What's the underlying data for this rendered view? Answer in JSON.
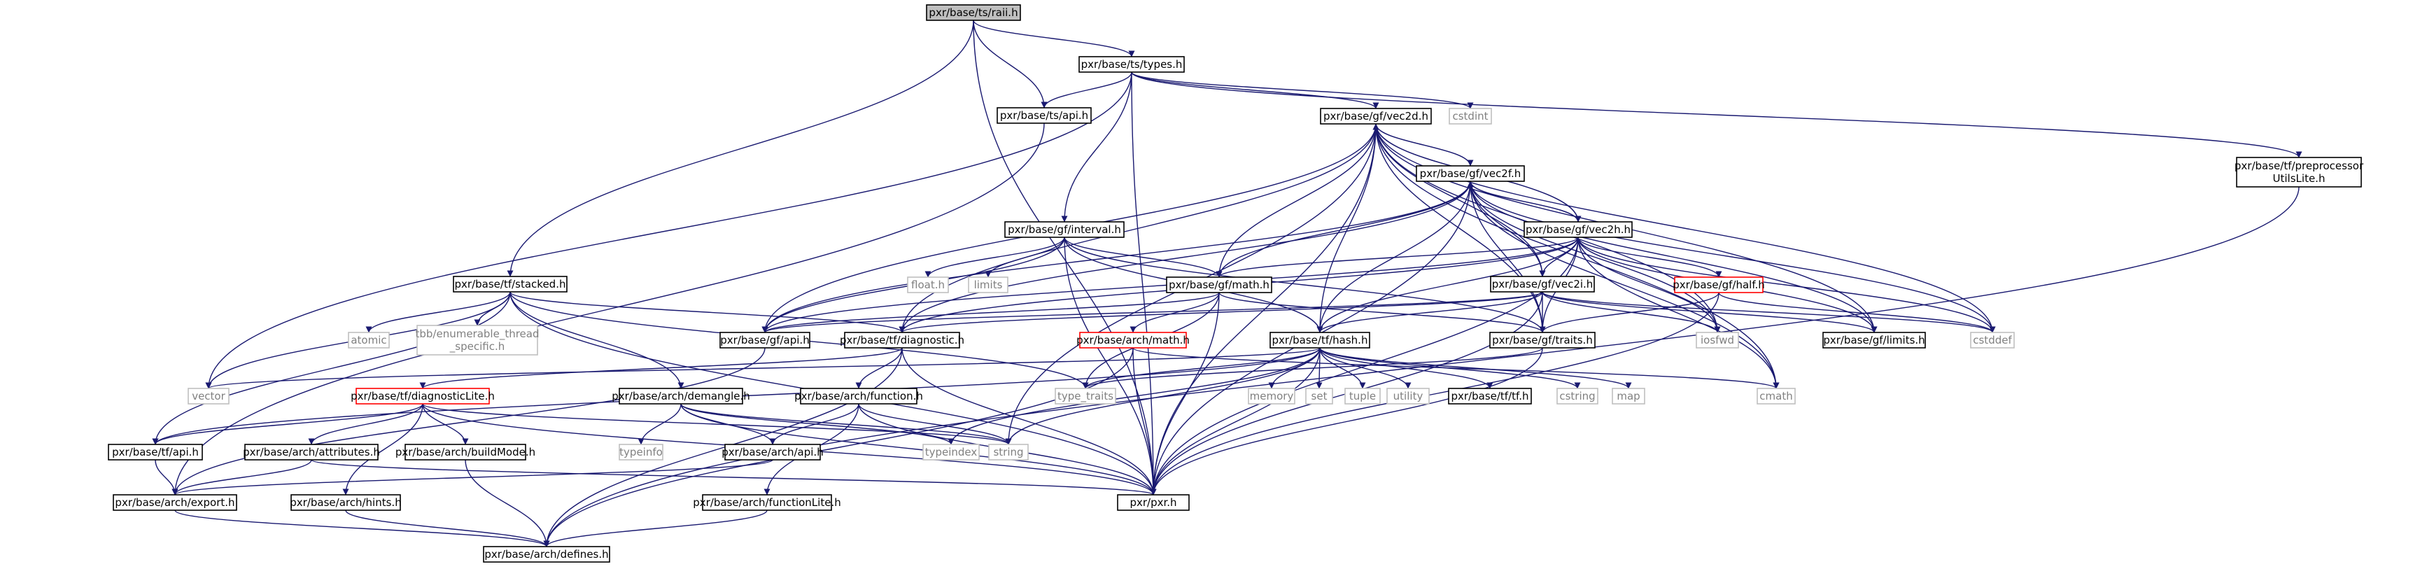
{
  "graph": {
    "colors": {
      "edge": "#191970",
      "node_border": "#000000",
      "node_fill": "#ffffff",
      "root_fill": "#bfbfbf",
      "external_border": "#bfbfbf",
      "external_text": "#808080",
      "red_border": "#ff0000"
    },
    "nodes": {
      "raii": {
        "label": "pxr/base/ts/raii.h",
        "style": "root"
      },
      "types": {
        "label": "pxr/base/ts/types.h",
        "style": "normal"
      },
      "ts_api": {
        "label": "pxr/base/ts/api.h",
        "style": "normal"
      },
      "vec2d": {
        "label": "pxr/base/gf/vec2d.h",
        "style": "normal"
      },
      "cstdint": {
        "label": "cstdint",
        "style": "external"
      },
      "preproc": {
        "label": [
          "pxr/base/tf/preprocessor",
          "UtilsLite.h"
        ],
        "style": "normal"
      },
      "vec2f": {
        "label": "pxr/base/gf/vec2f.h",
        "style": "normal"
      },
      "vec2h": {
        "label": "pxr/base/gf/vec2h.h",
        "style": "normal"
      },
      "interval": {
        "label": "pxr/base/gf/interval.h",
        "style": "normal"
      },
      "stacked": {
        "label": "pxr/base/tf/stacked.h",
        "style": "normal"
      },
      "floath": {
        "label": "float.h",
        "style": "external"
      },
      "limits": {
        "label": "limits",
        "style": "external"
      },
      "gfmath": {
        "label": "pxr/base/gf/math.h",
        "style": "normal"
      },
      "vec2i": {
        "label": "pxr/base/gf/vec2i.h",
        "style": "normal"
      },
      "half": {
        "label": "pxr/base/gf/half.h",
        "style": "red"
      },
      "cstddef": {
        "label": "cstddef",
        "style": "external"
      },
      "atomic": {
        "label": "atomic",
        "style": "external"
      },
      "tbb": {
        "label": [
          "tbb/enumerable_thread",
          "_specific.h"
        ],
        "style": "external"
      },
      "gfapi": {
        "label": "pxr/base/gf/api.h",
        "style": "normal"
      },
      "diagnostic": {
        "label": "pxr/base/tf/diagnostic.h",
        "style": "normal"
      },
      "archmath": {
        "label": "pxr/base/arch/math.h",
        "style": "red"
      },
      "tfhash": {
        "label": "pxr/base/tf/hash.h",
        "style": "normal"
      },
      "gftraits": {
        "label": "pxr/base/gf/traits.h",
        "style": "normal"
      },
      "iosfwd": {
        "label": "iosfwd",
        "style": "external"
      },
      "gflimits": {
        "label": "pxr/base/gf/limits.h",
        "style": "normal"
      },
      "vector": {
        "label": "vector",
        "style": "external"
      },
      "typetraits": {
        "label": "type_traits",
        "style": "external"
      },
      "memory": {
        "label": "memory",
        "style": "external"
      },
      "set": {
        "label": "set",
        "style": "external"
      },
      "tuple": {
        "label": "tuple",
        "style": "external"
      },
      "utility": {
        "label": "utility",
        "style": "external"
      },
      "tfh": {
        "label": "pxr/base/tf/tf.h",
        "style": "normal"
      },
      "cstring": {
        "label": "cstring",
        "style": "external"
      },
      "map": {
        "label": "map",
        "style": "external"
      },
      "cmath": {
        "label": "cmath",
        "style": "external"
      },
      "diaglite": {
        "label": "pxr/base/tf/diagnosticLite.h",
        "style": "red"
      },
      "demangle": {
        "label": "pxr/base/arch/demangle.h",
        "style": "normal"
      },
      "function": {
        "label": "pxr/base/arch/function.h",
        "style": "normal"
      },
      "tfapi": {
        "label": "pxr/base/tf/api.h",
        "style": "normal"
      },
      "attributes": {
        "label": "pxr/base/arch/attributes.h",
        "style": "normal"
      },
      "buildmode": {
        "label": "pxr/base/arch/buildMode.h",
        "style": "normal"
      },
      "typeinfo": {
        "label": "typeinfo",
        "style": "external"
      },
      "archapi": {
        "label": "pxr/base/arch/api.h",
        "style": "normal"
      },
      "typeindex": {
        "label": "typeindex",
        "style": "external"
      },
      "string": {
        "label": "string",
        "style": "external"
      },
      "pxr": {
        "label": "pxr/pxr.h",
        "style": "normal"
      },
      "exporth": {
        "label": "pxr/base/arch/export.h",
        "style": "normal"
      },
      "hints": {
        "label": "pxr/base/arch/hints.h",
        "style": "normal"
      },
      "functionlite": {
        "label": "pxr/base/arch/functionLite.h",
        "style": "normal"
      },
      "defines": {
        "label": "pxr/base/arch/defines.h",
        "style": "normal"
      }
    },
    "edges": [
      [
        "raii",
        "types"
      ],
      [
        "raii",
        "ts_api"
      ],
      [
        "raii",
        "stacked"
      ],
      [
        "raii",
        "pxr"
      ],
      [
        "types",
        "ts_api"
      ],
      [
        "types",
        "vec2d"
      ],
      [
        "types",
        "cstdint"
      ],
      [
        "types",
        "preproc"
      ],
      [
        "types",
        "interval"
      ],
      [
        "types",
        "vector"
      ],
      [
        "types",
        "pxr"
      ],
      [
        "ts_api",
        "exporth"
      ],
      [
        "preproc",
        "defines"
      ],
      [
        "vec2d",
        "vec2f"
      ],
      [
        "vec2d",
        "vec2h"
      ],
      [
        "vec2d",
        "vec2i"
      ],
      [
        "vec2d",
        "gfmath"
      ],
      [
        "vec2d",
        "gfapi"
      ],
      [
        "vec2d",
        "diagnostic"
      ],
      [
        "vec2d",
        "tfhash"
      ],
      [
        "vec2d",
        "gftraits"
      ],
      [
        "vec2d",
        "gflimits"
      ],
      [
        "vec2d",
        "iosfwd"
      ],
      [
        "vec2d",
        "cstddef"
      ],
      [
        "vec2d",
        "cmath"
      ],
      [
        "vec2d",
        "string"
      ],
      [
        "vec2d",
        "pxr"
      ],
      [
        "vec2f",
        "vec2d"
      ],
      [
        "vec2f",
        "vec2h"
      ],
      [
        "vec2f",
        "vec2i"
      ],
      [
        "vec2f",
        "gfmath"
      ],
      [
        "vec2f",
        "gfapi"
      ],
      [
        "vec2f",
        "diagnostic"
      ],
      [
        "vec2f",
        "tfhash"
      ],
      [
        "vec2f",
        "gftraits"
      ],
      [
        "vec2f",
        "gflimits"
      ],
      [
        "vec2f",
        "iosfwd"
      ],
      [
        "vec2f",
        "cstddef"
      ],
      [
        "vec2f",
        "cmath"
      ],
      [
        "vec2f",
        "pxr"
      ],
      [
        "vec2h",
        "vec2d"
      ],
      [
        "vec2h",
        "vec2f"
      ],
      [
        "vec2h",
        "vec2i"
      ],
      [
        "vec2h",
        "half"
      ],
      [
        "vec2h",
        "gfmath"
      ],
      [
        "vec2h",
        "gfapi"
      ],
      [
        "vec2h",
        "diagnostic"
      ],
      [
        "vec2h",
        "tfhash"
      ],
      [
        "vec2h",
        "gftraits"
      ],
      [
        "vec2h",
        "gflimits"
      ],
      [
        "vec2h",
        "iosfwd"
      ],
      [
        "vec2h",
        "cstddef"
      ],
      [
        "vec2h",
        "cmath"
      ],
      [
        "vec2h",
        "pxr"
      ],
      [
        "interval",
        "floath"
      ],
      [
        "interval",
        "limits"
      ],
      [
        "interval",
        "gfmath"
      ],
      [
        "interval",
        "gfapi"
      ],
      [
        "interval",
        "tfhash"
      ],
      [
        "interval",
        "gftraits"
      ],
      [
        "interval",
        "pxr"
      ],
      [
        "stacked",
        "atomic"
      ],
      [
        "stacked",
        "tbb"
      ],
      [
        "stacked",
        "diagnostic"
      ],
      [
        "stacked",
        "demangle"
      ],
      [
        "stacked",
        "tfapi"
      ],
      [
        "stacked",
        "vector"
      ],
      [
        "stacked",
        "typetraits"
      ],
      [
        "stacked",
        "pxr"
      ],
      [
        "gfmath",
        "archmath"
      ],
      [
        "gfmath",
        "gfapi"
      ],
      [
        "gfmath",
        "gftraits"
      ],
      [
        "gfmath",
        "typetraits"
      ],
      [
        "gfmath",
        "pxr"
      ],
      [
        "vec2i",
        "gfapi"
      ],
      [
        "vec2i",
        "diagnostic"
      ],
      [
        "vec2i",
        "tfhash"
      ],
      [
        "vec2i",
        "gftraits"
      ],
      [
        "vec2i",
        "gflimits"
      ],
      [
        "vec2i",
        "iosfwd"
      ],
      [
        "vec2i",
        "cstddef"
      ],
      [
        "vec2i",
        "pxr"
      ],
      [
        "half",
        "gftraits"
      ],
      [
        "half",
        "cstddef"
      ],
      [
        "half",
        "pxr"
      ],
      [
        "gfapi",
        "exporth"
      ],
      [
        "diagnostic",
        "diaglite"
      ],
      [
        "diagnostic",
        "function"
      ],
      [
        "diagnostic",
        "defines"
      ],
      [
        "diagnostic",
        "pxr"
      ],
      [
        "archmath",
        "defines"
      ],
      [
        "archmath",
        "cmath"
      ],
      [
        "archmath",
        "pxr"
      ],
      [
        "tfhash",
        "typetraits"
      ],
      [
        "tfhash",
        "memory"
      ],
      [
        "tfhash",
        "set"
      ],
      [
        "tfhash",
        "tuple"
      ],
      [
        "tfhash",
        "utility"
      ],
      [
        "tfhash",
        "tfh"
      ],
      [
        "tfhash",
        "cstring"
      ],
      [
        "tfhash",
        "map"
      ],
      [
        "tfhash",
        "vector"
      ],
      [
        "tfhash",
        "string"
      ],
      [
        "tfhash",
        "typeindex"
      ],
      [
        "tfhash",
        "tfapi"
      ],
      [
        "tfhash",
        "pxr"
      ],
      [
        "gftraits",
        "typetraits"
      ],
      [
        "gftraits",
        "pxr"
      ],
      [
        "diaglite",
        "tfapi"
      ],
      [
        "diaglite",
        "attributes"
      ],
      [
        "diaglite",
        "buildmode"
      ],
      [
        "diaglite",
        "hints"
      ],
      [
        "diaglite",
        "string"
      ],
      [
        "diaglite",
        "pxr"
      ],
      [
        "demangle",
        "typeinfo"
      ],
      [
        "demangle",
        "typeindex"
      ],
      [
        "demangle",
        "archapi"
      ],
      [
        "demangle",
        "string"
      ],
      [
        "demangle",
        "pxr"
      ],
      [
        "function",
        "archapi"
      ],
      [
        "function",
        "functionlite"
      ],
      [
        "function",
        "string"
      ],
      [
        "function",
        "pxr"
      ],
      [
        "tfapi",
        "exporth"
      ],
      [
        "attributes",
        "exporth"
      ],
      [
        "attributes",
        "pxr"
      ],
      [
        "buildmode",
        "defines"
      ],
      [
        "archapi",
        "exporth"
      ],
      [
        "exporth",
        "defines"
      ],
      [
        "hints",
        "defines"
      ],
      [
        "functionlite",
        "defines"
      ]
    ]
  }
}
